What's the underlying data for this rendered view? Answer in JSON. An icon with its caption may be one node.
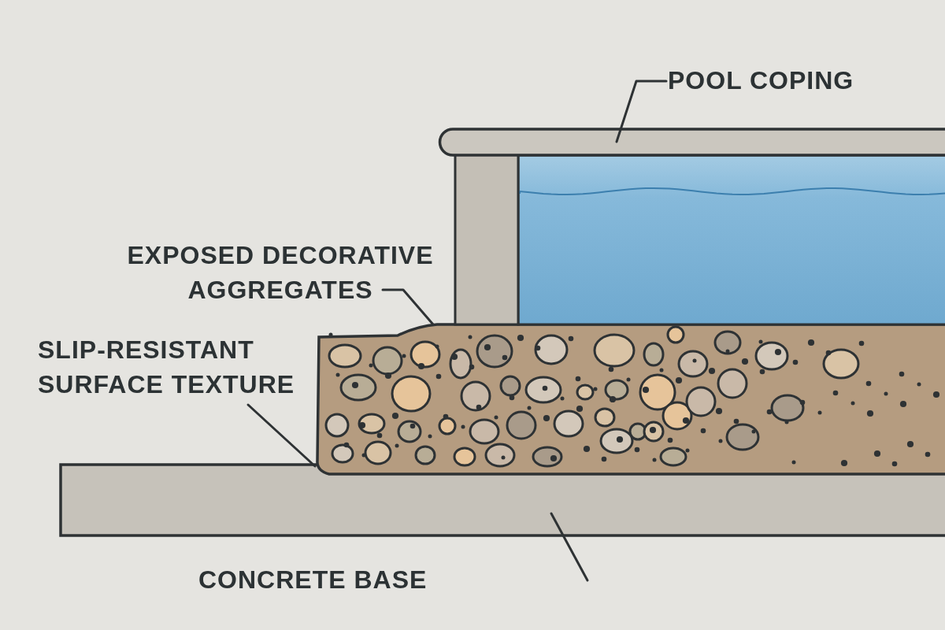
{
  "diagram": {
    "nodes": [
      {
        "text": [
          "POOL COPING"
        ]
      },
      {
        "text": [
          "EXPOSED DECORATIVE AGGREGATES"
        ]
      },
      {
        "text": [
          "SLIP-RESISTANT SURFACE TEXTURE"
        ]
      },
      {
        "text": [
          "CONCRETE BASE"
        ]
      },
      {
        "text": [],
        "shape": "bar"
      },
      {
        "text": [],
        "shape": "box"
      },
      {
        "text": [],
        "shape": "bar"
      }
    ],
    "edges": [
      {
        "from": 0,
        "to": 4,
        "arrow": "none"
      },
      {
        "from": 1,
        "to": 5,
        "arrow": "none"
      },
      {
        "from": 2,
        "to": 5,
        "arrow": "none"
      },
      {
        "from": null,
        "to": 6,
        "arrow": "none"
      }
    ]
  }
}
